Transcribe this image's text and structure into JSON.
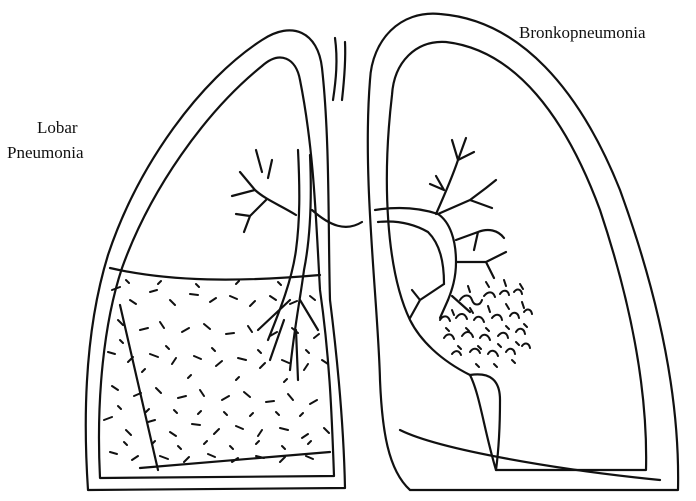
{
  "labels": {
    "lobar_line1": "Lobar",
    "lobar_line2": "Pneumonia",
    "broncho": "Bronkopneumonia"
  },
  "colors": {
    "ink": "#111111",
    "background": "#ffffff"
  }
}
